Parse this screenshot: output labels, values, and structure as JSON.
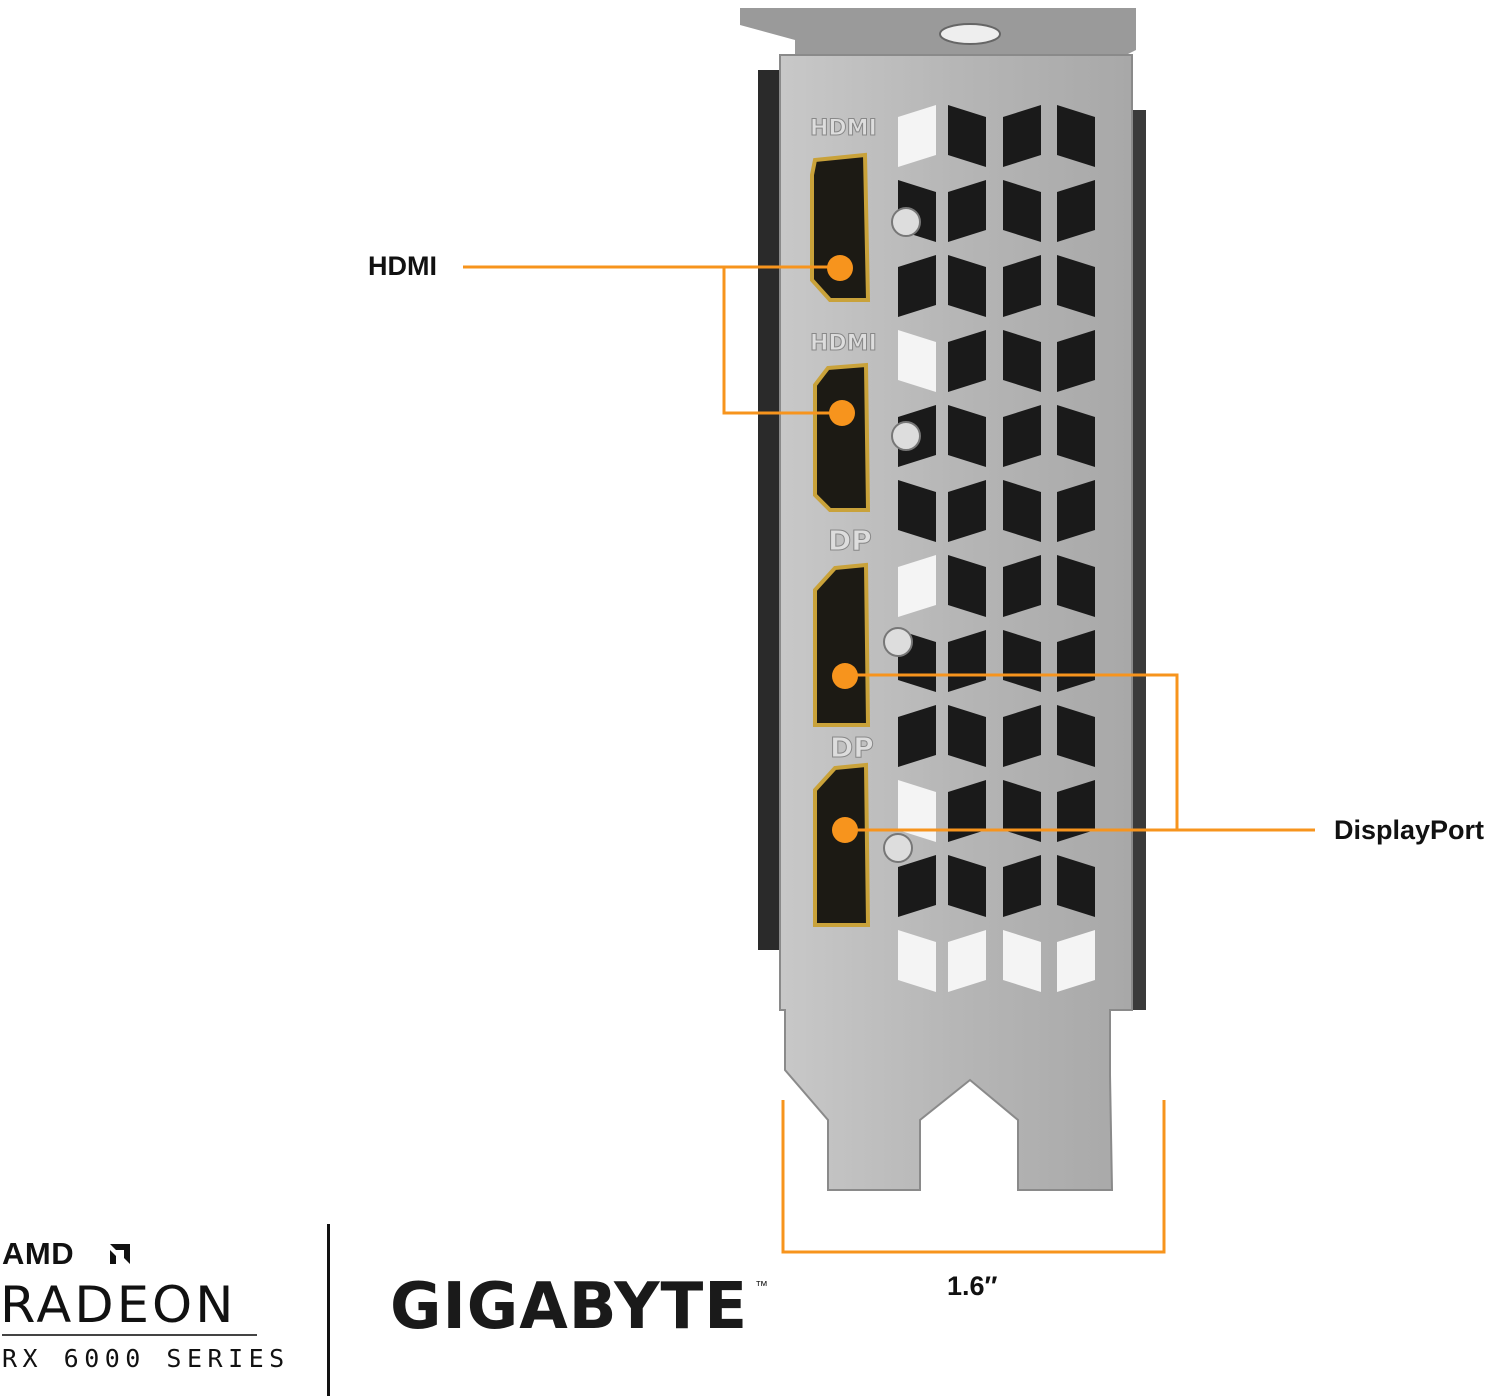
{
  "colors": {
    "accent": "#f7941d",
    "bracket": "#b4b4b4",
    "port_gold": "#c9a23a"
  },
  "callouts": {
    "hdmi_label": "HDMI",
    "displayport_label": "DisplayPort",
    "width_dimension": "1.6″"
  },
  "bracket_port_labels": [
    "HDMI",
    "HDMI",
    "DP",
    "DP"
  ],
  "logos": {
    "amd": "AMD",
    "radeon": "RADEON",
    "series": "RX 6000 SERIES",
    "gigabyte": "GIGABYTE",
    "trademark": "™"
  }
}
